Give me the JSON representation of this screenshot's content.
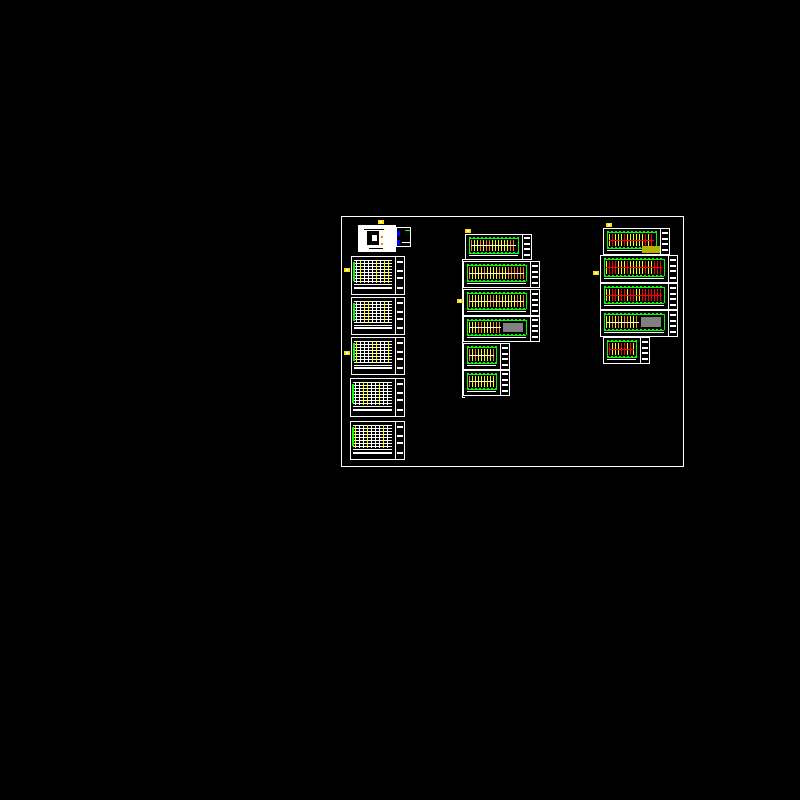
{
  "drawing": {
    "type": "CAD layout overview",
    "background_color": "#000000",
    "frame_color": "#ffffff",
    "colors": {
      "tag": "#ffe100",
      "yellow": "#ffff00",
      "green": "#00ff00",
      "red": "#ff0000",
      "orange": "#ff8000",
      "blue": "#0000ff",
      "olive": "#b4b400",
      "gray": "#808080",
      "white": "#ffffff"
    }
  },
  "columns": [
    {
      "name": "schedules-column",
      "sheets": [
        {
          "name": "cover-sheet",
          "style": "white"
        },
        {
          "name": "schedule-sheet-1",
          "style": "table"
        },
        {
          "name": "schedule-sheet-2",
          "style": "table"
        },
        {
          "name": "schedule-sheet-3",
          "style": "table"
        },
        {
          "name": "schedule-sheet-4",
          "style": "table"
        },
        {
          "name": "schedule-sheet-5",
          "style": "table"
        }
      ]
    },
    {
      "name": "floor-plans-column-a",
      "sheets": [
        {
          "name": "plan-a-1",
          "style": "plan"
        },
        {
          "name": "plan-a-2",
          "style": "plan"
        },
        {
          "name": "plan-a-3",
          "style": "plan"
        },
        {
          "name": "plan-a-4",
          "style": "plan-gray"
        },
        {
          "name": "plan-a-5",
          "style": "plan"
        },
        {
          "name": "plan-a-6",
          "style": "plan"
        }
      ]
    },
    {
      "name": "floor-plans-column-b",
      "sheets": [
        {
          "name": "plan-b-1",
          "style": "plan-red"
        },
        {
          "name": "plan-b-2",
          "style": "plan-red"
        },
        {
          "name": "plan-b-3",
          "style": "plan-red"
        },
        {
          "name": "plan-b-4",
          "style": "plan-gray"
        },
        {
          "name": "plan-b-5",
          "style": "plan-red"
        }
      ]
    }
  ]
}
